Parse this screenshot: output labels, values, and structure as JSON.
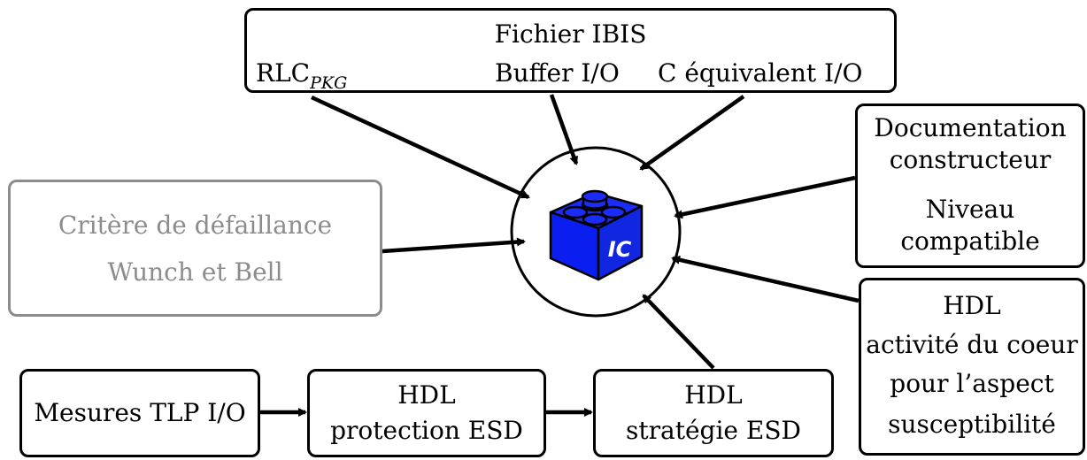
{
  "ibis": {
    "title": "Fichier IBIS",
    "rlc": "RLC",
    "rlc_sub": "PKG",
    "buffer": "Buffer I/O",
    "c_equiv": "C équivalent I/O"
  },
  "doc": {
    "line1": "Documentation",
    "line2": "constructeur",
    "line3": "Niveau",
    "line4": "compatible"
  },
  "critere": {
    "line1": "Critère de défaillance",
    "line2": "Wunch et Bell"
  },
  "hdl_core": {
    "line1": "HDL",
    "line2": "activité du coeur",
    "line3": "pour l’aspect",
    "line4": "susceptibilité"
  },
  "tlp": {
    "label": "Mesures TLP I/O"
  },
  "hdl_protection": {
    "line1": "HDL",
    "line2": "protection ESD"
  },
  "hdl_strategie": {
    "line1": "HDL",
    "line2": "stratégie ESD"
  },
  "chip": {
    "label": "IC",
    "color": "#0a1ef0"
  },
  "colors": {
    "grey": "#8c8c8c",
    "stroke": "#000000"
  }
}
